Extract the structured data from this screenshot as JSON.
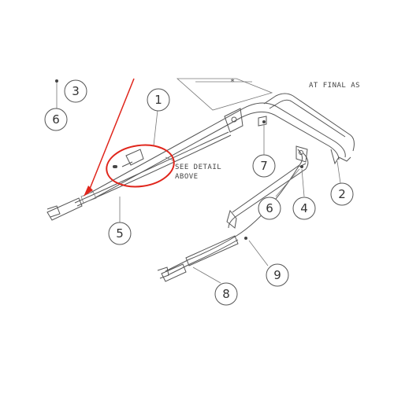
{
  "diagram": {
    "note_top_right": "AT FINAL AS",
    "detail_note_line1": "SEE DETAIL",
    "detail_note_line2": "ABOVE",
    "asterisk": "*",
    "callouts": [
      "1",
      "2",
      "3",
      "4",
      "5",
      "6",
      "6",
      "7",
      "8",
      "9"
    ],
    "highlight_color": "#e0251b",
    "line_color": "#555555"
  }
}
